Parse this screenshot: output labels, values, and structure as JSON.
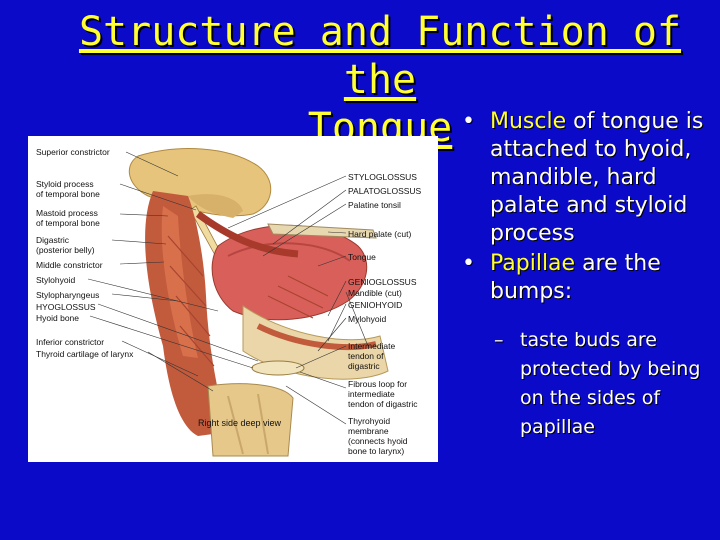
{
  "slide": {
    "title_line1": "Structure and Function of the",
    "title_line2": "Tongue",
    "accent_color": "#ffff33",
    "background_color": "#0a0ac8"
  },
  "bullets": [
    {
      "marker": "•",
      "highlight": "Muscle",
      "rest": " of tongue is attached to hyoid, mandible, hard palate and styloid process"
    },
    {
      "marker": "•",
      "highlight": "Papillae",
      "rest": " are the bumps:"
    }
  ],
  "sub_bullet": {
    "marker": "–",
    "text": "taste buds are protected by being on the sides of papillae"
  },
  "figure": {
    "caption": "Right side deep view",
    "left_labels": [
      "Superior constrictor",
      "Styloid process\nof temporal bone",
      "Mastoid process\nof temporal bone",
      "Digastric\n(posterior belly)",
      "Middle constrictor",
      "Stylohyoid",
      "Stylopharyngeus",
      "HYOGLOSSUS",
      "Hyoid bone",
      "Inferior constrictor",
      "Thyroid cartilage of larynx"
    ],
    "right_labels": [
      "STYLOGLOSSUS",
      "PALATOGLOSSUS",
      "Palatine tonsil",
      "Hard palate (cut)",
      "Tongue",
      "GENIOGLOSSUS",
      "Mandible (cut)",
      "GENIOHYOID",
      "Mylohyoid",
      "Intermediate\ntendon of\ndigastric",
      "Fibrous loop for\nintermediate\ntendon of digastric",
      "Thyrohyoid\nmembrane\n(connects hyoid\nbone to larynx)"
    ]
  }
}
